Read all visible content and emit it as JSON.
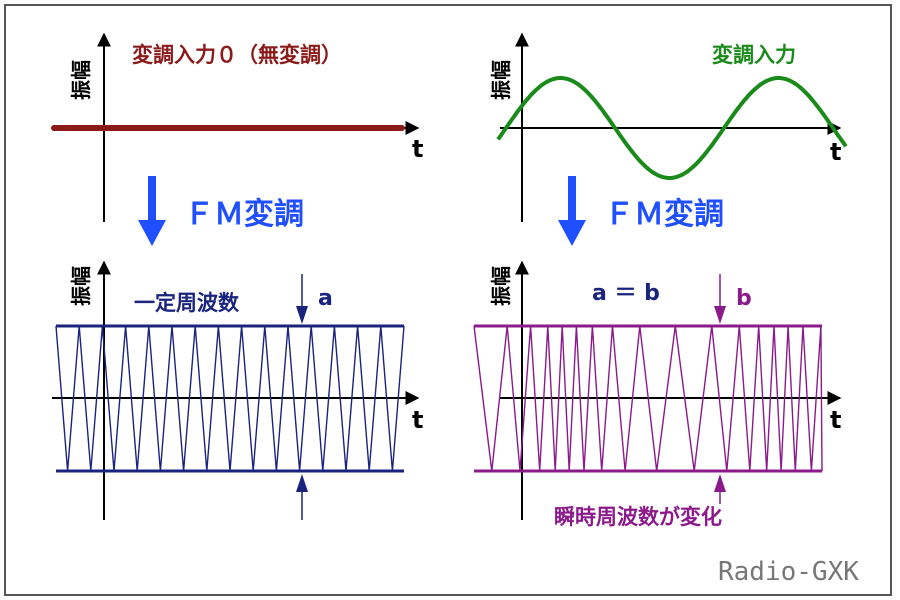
{
  "colors": {
    "unmodulated": "#8b1a1a",
    "modulating": "#1a8a1a",
    "fm_label": "#1f4fff",
    "constant_carrier": "#1a237e",
    "fm_carrier": "#8b1a8b",
    "axis": "#000000",
    "watermark": "#777777"
  },
  "top_left": {
    "y_label": "振幅",
    "x_label": "t",
    "title": "変調入力０（無変調）"
  },
  "top_right": {
    "y_label": "振幅",
    "x_label": "t",
    "title": "変調入力"
  },
  "arrows": {
    "left_label": "ＦＭ変調",
    "right_label": "ＦＭ変調"
  },
  "bottom_left": {
    "y_label": "振幅",
    "x_label": "t",
    "title": "一定周波数",
    "marker": "a"
  },
  "bottom_right": {
    "y_label": "振幅",
    "x_label": "t",
    "title": "a ＝ b",
    "marker": "b",
    "caption": "瞬時周波数が変化"
  },
  "watermark": "Radio-GXK"
}
